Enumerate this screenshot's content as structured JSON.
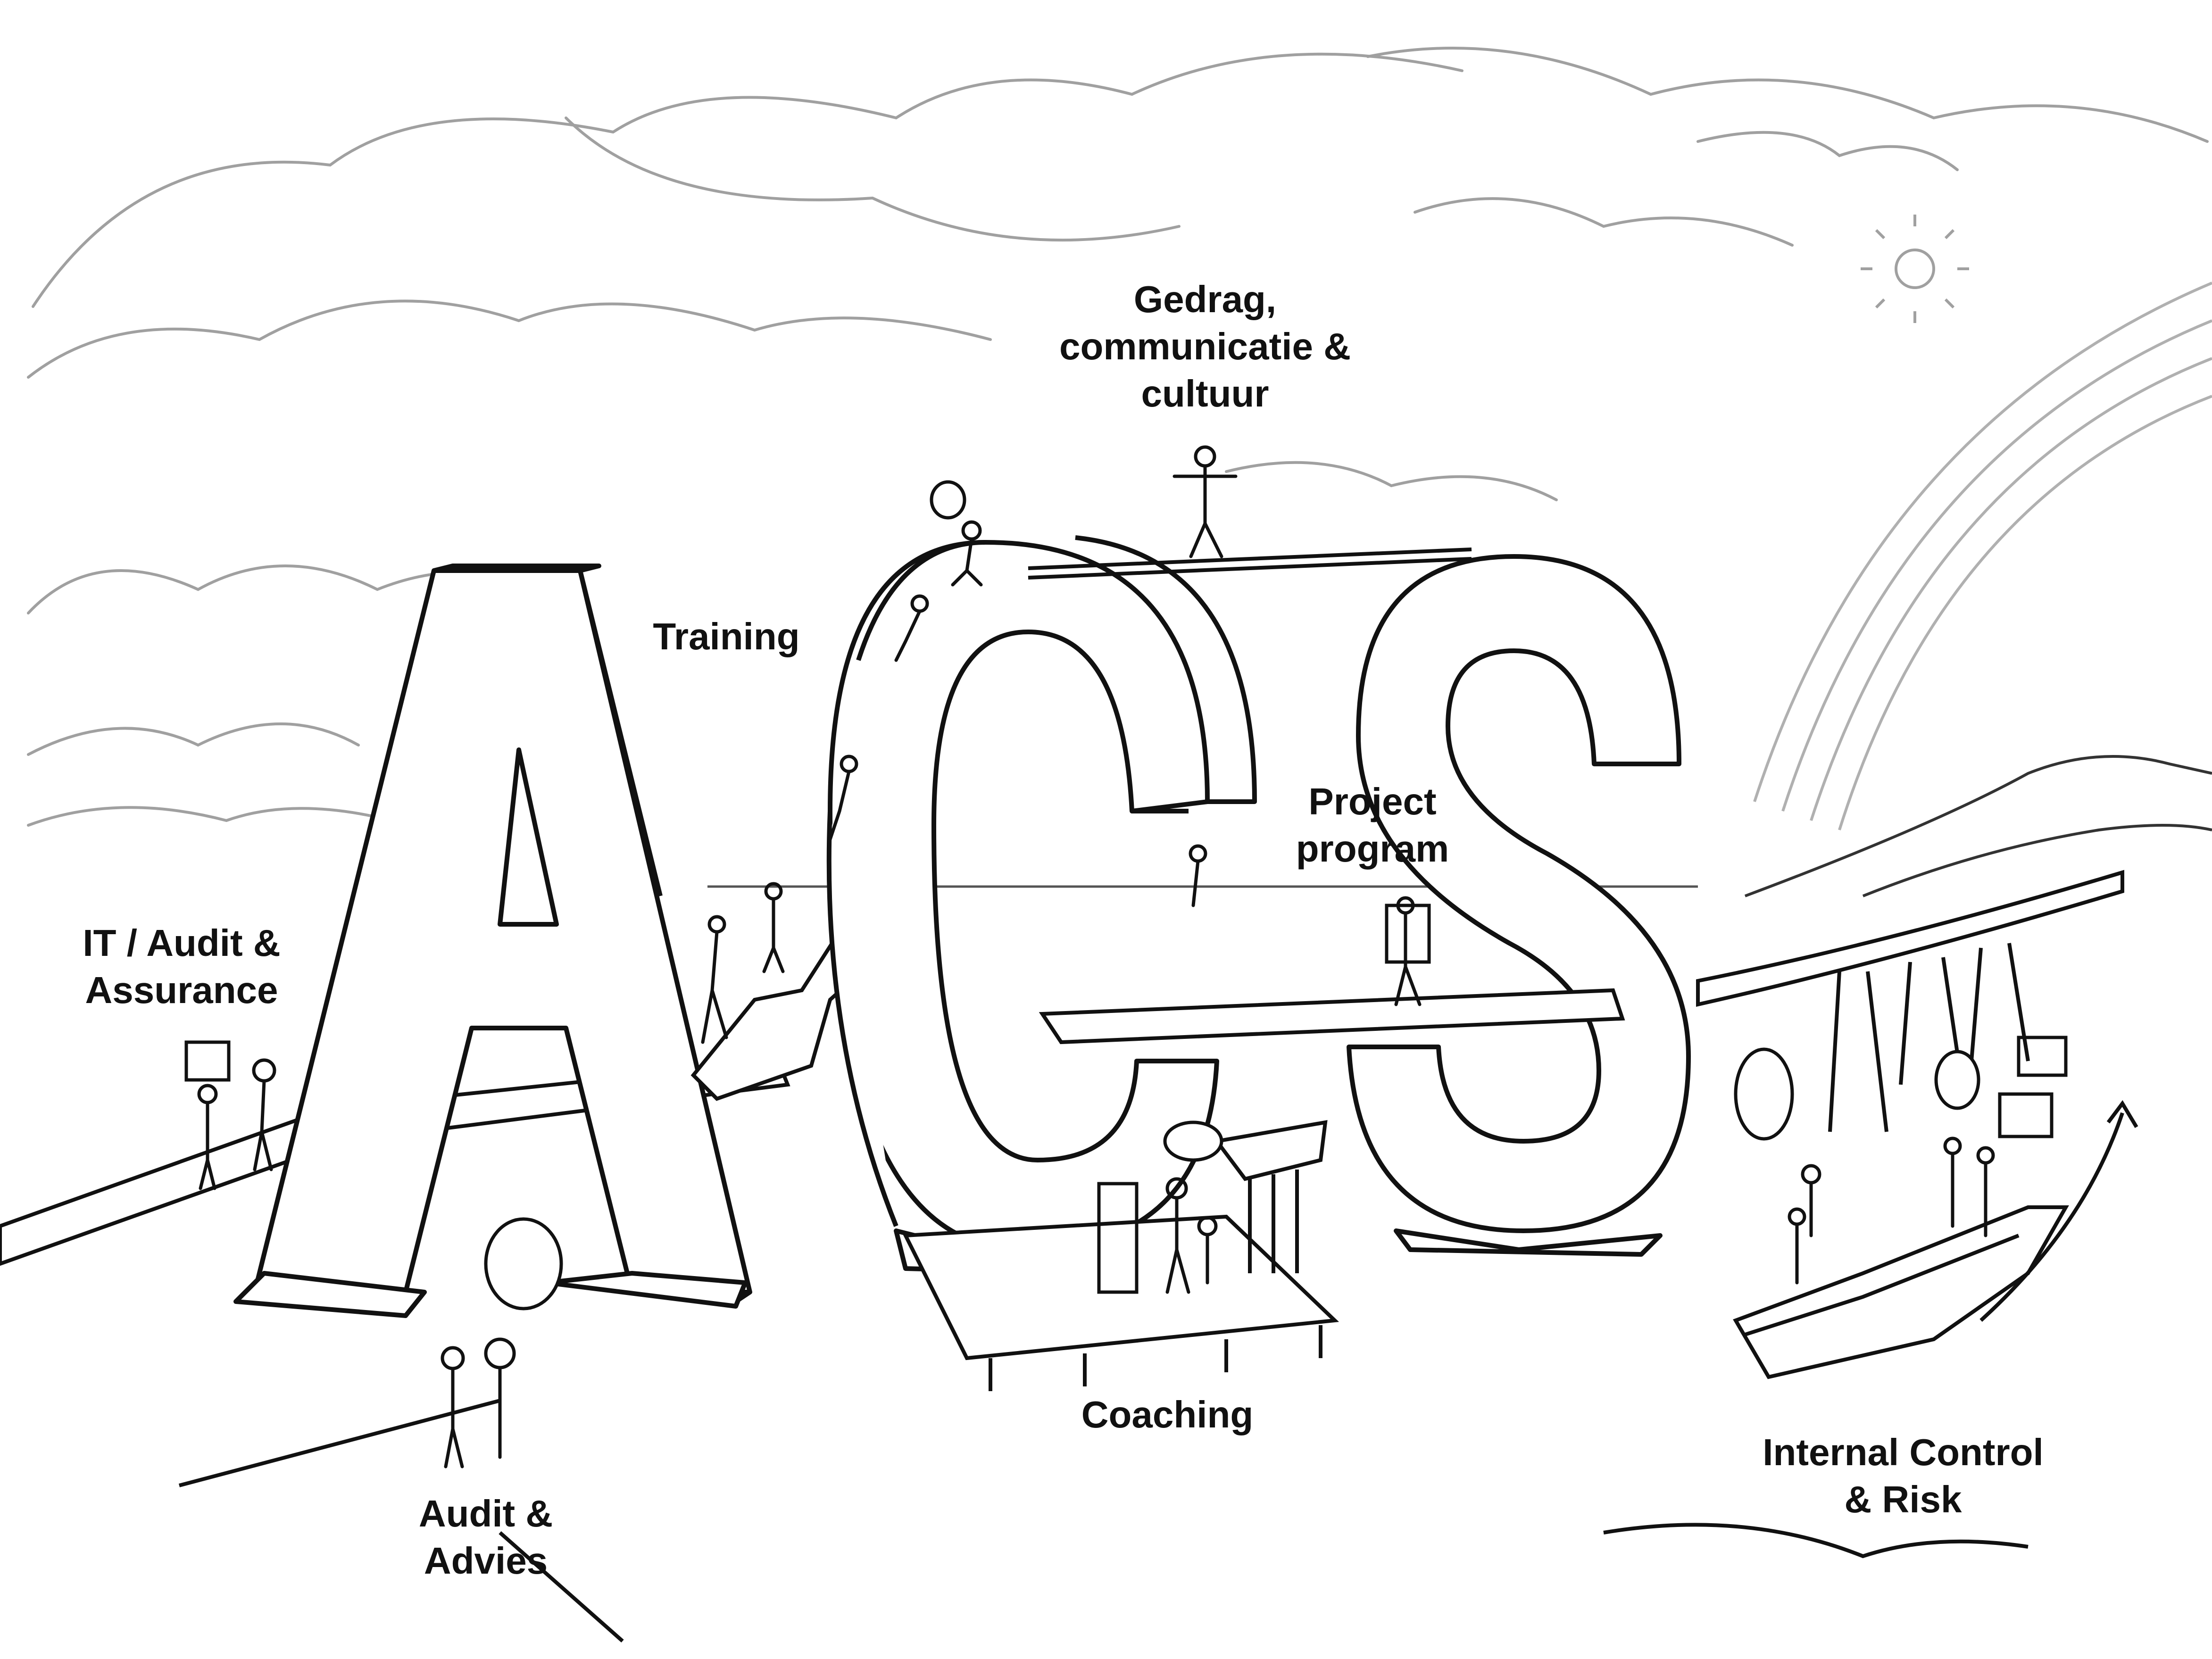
{
  "labels": {
    "gedrag": [
      "Gedrag,",
      "communicatie &",
      "cultuur"
    ],
    "training": [
      "Training"
    ],
    "project": [
      "Project",
      "program"
    ],
    "it_audit": [
      "IT / Audit &",
      "Assurance"
    ],
    "audit_advies": [
      "Audit &",
      "Advies"
    ],
    "coaching": [
      "Coaching"
    ],
    "internal_control": [
      "Internal Control",
      "& Risk"
    ]
  },
  "letters": [
    "A",
    "C",
    "S"
  ],
  "colors": {
    "ink": "#111111",
    "cloud": "#9a9a9a",
    "fill": "#ffffff"
  },
  "icons": [
    "sun-icon",
    "rainbow-icon",
    "mountain-icon",
    "boat-icon",
    "thought-bubble-icon",
    "person-icon"
  ]
}
